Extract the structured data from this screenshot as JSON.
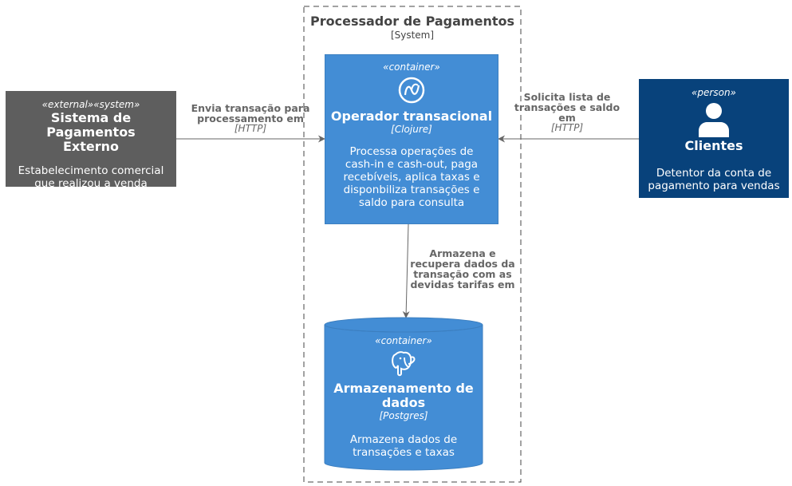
{
  "colors": {
    "container": "#438dd5",
    "container_border": "#3c7fc0",
    "external_system": "#5e5e5e",
    "person": "#08427b",
    "boundary": "#444444",
    "arrow": "#666666"
  },
  "boundary": {
    "title": "Processador de Pagamentos",
    "type": "[System]"
  },
  "external_system": {
    "stereotype": "«external»«system»",
    "title": "Sistema de Pagamentos Externo",
    "description": "Estabelecimento comercial que realizou a venda"
  },
  "operator": {
    "stereotype": "«container»",
    "icon": "clojure-icon",
    "title": "Operador transacional",
    "technology": "[Clojure]",
    "description": "Processa operações de cash-in e cash-out, paga recebíveis, aplica taxas e disponbiliza transações e saldo para consulta"
  },
  "storage": {
    "stereotype": "«container»",
    "icon": "postgres-icon",
    "title": "Armazenamento de dados",
    "technology": "[Postgres]",
    "description": "Armazena dados de transações e taxas"
  },
  "person": {
    "stereotype": "«person»",
    "icon": "person-icon",
    "title": "Clientes",
    "description": "Detentor da conta de pagamento para vendas"
  },
  "relations": {
    "external_to_operator": {
      "label": "Envia transação para processamento em",
      "technology": "[HTTP]"
    },
    "person_to_operator": {
      "label": "Solicita lista de transações e saldo em",
      "technology": "[HTTP]"
    },
    "operator_to_storage": {
      "label": "Armazena e recupera dados da transação com as devidas tarifas em"
    }
  }
}
